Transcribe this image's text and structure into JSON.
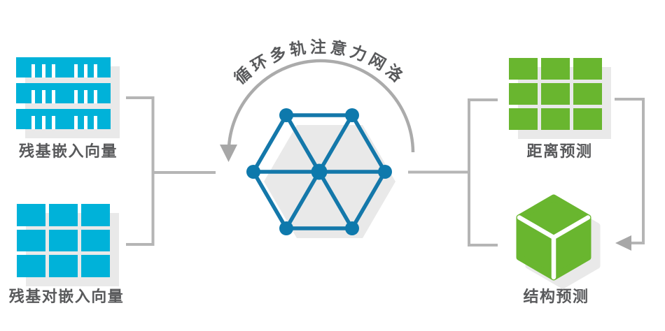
{
  "diagram": {
    "network_label": "循环多轨注意力网洛",
    "inputs": {
      "residue_embedding_label": "残基嵌入向量",
      "residue_pair_embedding_label": "残基对嵌入向量"
    },
    "outputs": {
      "distance_prediction_label": "距离预测",
      "structure_prediction_label": "结构预测"
    },
    "colors": {
      "input_cyan": "#00b2d9",
      "output_green": "#69b62f",
      "network_blue": "#0e79ac",
      "connector_gray": "#b5b5b5",
      "shadow_gray": "#e9e9e9",
      "label_gray": "#58595b"
    }
  }
}
